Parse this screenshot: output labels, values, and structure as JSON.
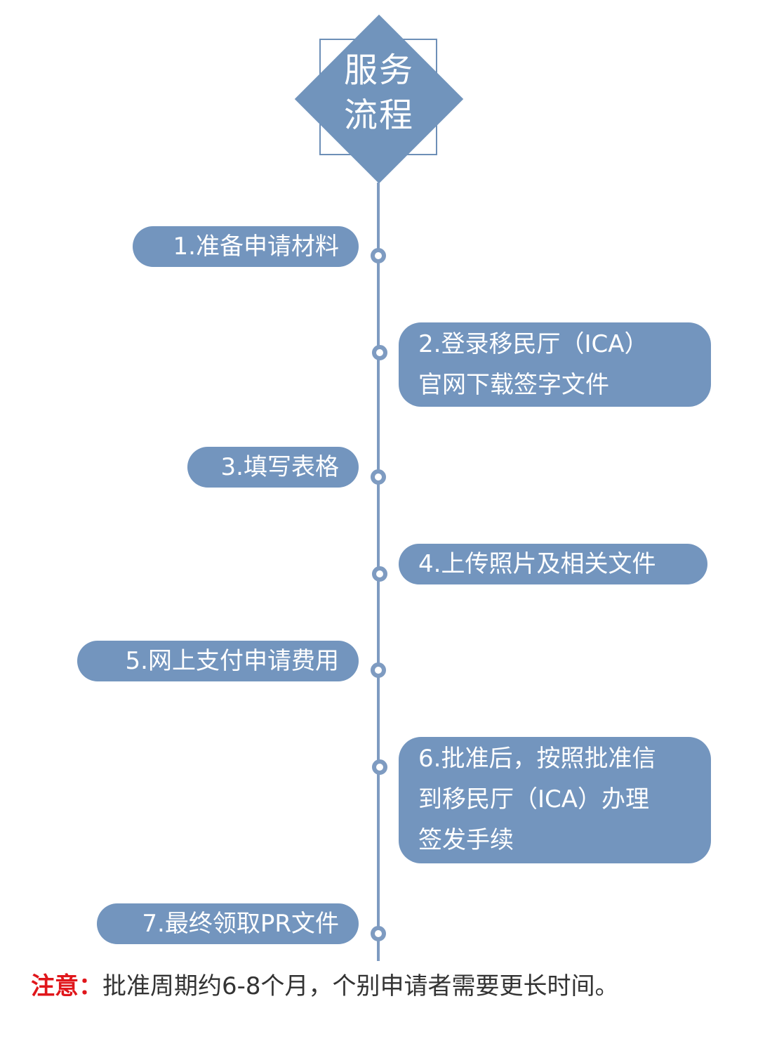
{
  "title": {
    "line1": "服务",
    "line2": "流程"
  },
  "steps": [
    {
      "lines": [
        "1.准备申请材料"
      ]
    },
    {
      "lines": [
        "2.登录移民厅（ICA）",
        "官网下载签字文件"
      ]
    },
    {
      "lines": [
        "3.填写表格"
      ]
    },
    {
      "lines": [
        "4.上传照片及相关文件"
      ]
    },
    {
      "lines": [
        "5.网上支付申请费用"
      ]
    },
    {
      "lines": [
        "6.批准后，按照批准信",
        "到移民厅（ICA）办理",
        "签发手续"
      ]
    },
    {
      "lines": [
        "7.最终领取PR文件"
      ]
    }
  ],
  "note": {
    "label": "注意：",
    "text": "批准周期约6-8个月，个别申请者需要更长时间。"
  },
  "colors": {
    "box": "#7395be",
    "line": "#7e9bc1",
    "note_label": "#e0161b"
  }
}
